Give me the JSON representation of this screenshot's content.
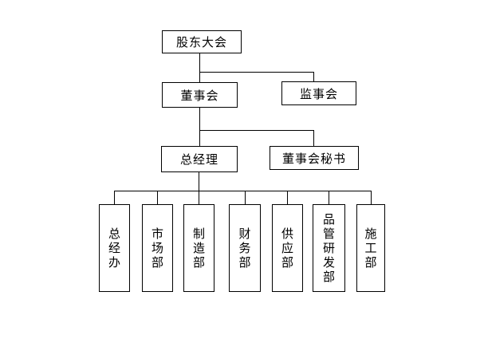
{
  "org_chart": {
    "level1": {
      "shareholders_meeting": "股东大会"
    },
    "level2": {
      "board_of_directors": "董事会",
      "supervisory_board": "监事会"
    },
    "level3": {
      "general_manager": "总经理",
      "board_secretary": "董事会秘书"
    },
    "departments": [
      "总经办",
      "市场部",
      "制造部",
      "财务部",
      "供应部",
      "品管研发部",
      "施工部"
    ],
    "colors": {
      "background": "#ffffff",
      "box_border": "#000000",
      "line": "#000000",
      "text": "#000000"
    }
  }
}
